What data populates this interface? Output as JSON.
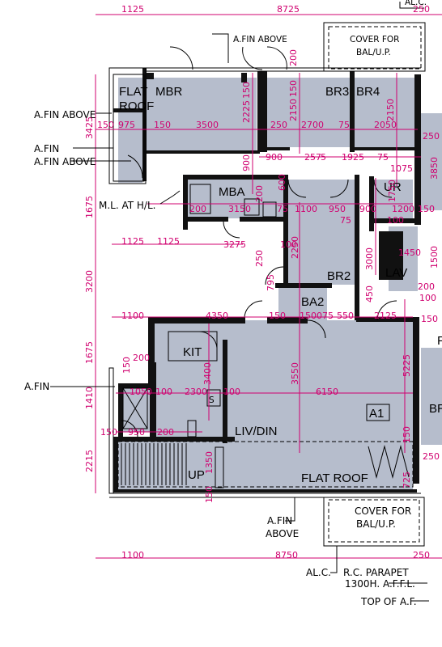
{
  "labels": {
    "alc_top": "AL.C.",
    "cover_top_1": "COVER FOR",
    "cover_top_2": "BAL/U.P.",
    "afin_above_top": "A.FIN ABOVE",
    "afin_above_left": "A.FIN ABOVE",
    "afin_left_1": "A.FIN",
    "afin_left_2": "A.FIN ABOVE",
    "ml_at_hl": "M.L. AT H/L.",
    "afin_mid": "A.FIN",
    "afin_above_bottom_1": "A.FIN",
    "afin_above_bottom_2": "ABOVE",
    "cover_bottom_1": "COVER FOR",
    "cover_bottom_2": "BAL/U.P.",
    "alc_bottom": "AL.C.",
    "rc_parapet": "R.C. PARAPET",
    "rc_height": "1300H. A.F.F.L.",
    "top_of_af": "TOP OF A.F."
  },
  "rooms": {
    "flat_roof_top_1": "FLAT",
    "flat_roof_top_2": "ROOF",
    "mbr": "MBR",
    "br3": "BR3",
    "br4": "BR4",
    "mba": "MBA",
    "ur": "UR",
    "br2": "BR2",
    "ba2": "BA2",
    "kit": "KIT",
    "liv_din": "LIV/DIN",
    "up": "UP",
    "flat_roof_bottom": "FLAT ROOF",
    "unit": "A1",
    "br_partial": "BR",
    "lav": "LAV",
    "f_partial": "F",
    "s_mark": "S"
  },
  "dims": {
    "top_1125": "1125",
    "top_8725": "8725",
    "top_250": "250",
    "left_3425": "3425",
    "left_1675a": "1675",
    "left_3200": "3200",
    "left_1675b": "1675",
    "left_1410": "1410",
    "left_2215": "2215",
    "row_150": "150",
    "row_975": "975",
    "row_150b": "150",
    "row_3500": "3500",
    "row_250": "250",
    "row_2700": "2700",
    "row_75": "75",
    "row_2050": "2050",
    "row_250b": "250",
    "v_2225": "2225",
    "v_2150": "2150",
    "v_2150b": "2150",
    "v_200": "200",
    "v_150": "150",
    "v_150b": "150",
    "r_900": "900",
    "r_257": "257",
    "r_5": "5",
    "r_1925": "1925",
    "r_75": "75",
    "r_1075": "1075",
    "v_900": "900",
    "v_600": "600",
    "v_3850": "3850",
    "v_1500": "1500",
    "v_1750": "1750",
    "m_200": "200",
    "m_3150": "3150",
    "m_75": "75",
    "m_1100": "1100",
    "m_950": "950",
    "m_900": "900",
    "m_1200": "1200",
    "m_150": "150",
    "m_75b": "75",
    "m_100": "100",
    "v_3000": "3000",
    "v_2250": "2250",
    "v_200c": "200",
    "v_250": "250",
    "d_1125": "1125",
    "d_1125b": "1125",
    "d_3275": "3275",
    "d_1450": "1450",
    "d_795": "795",
    "d_200": "200",
    "d_450": "450",
    "d_100": "100",
    "d_1100": "1100",
    "d_4350": "4350",
    "d_150": "150",
    "d_1500": "1500",
    "d_75": "75",
    "d_550": "550",
    "d_2125": "2125",
    "d_100b": "100",
    "d_150c": "150",
    "d_200b": "200",
    "v_5225": "5225",
    "v_3550": "3550",
    "v_3400": "3400",
    "v_150k": "150",
    "k_1050": "1050",
    "k_100": "100",
    "k_2300": "2300",
    "k_100b": "100",
    "k_6150": "6150",
    "k_150": "150",
    "k_950": "950",
    "k_200": "200",
    "v_1350": "1350",
    "v_150m": "150",
    "v_725": "725",
    "v_150n": "150",
    "v_250r": "250",
    "b_1100": "1100",
    "b_8750": "8750",
    "b_250": "250"
  }
}
